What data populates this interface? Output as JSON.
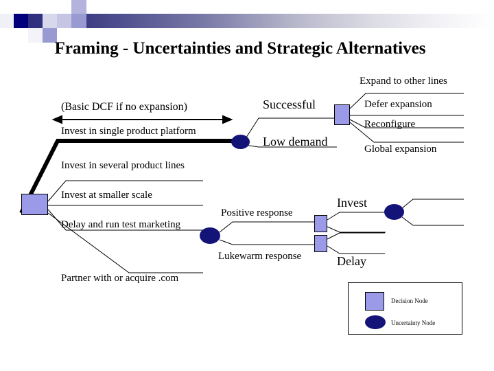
{
  "slide": {
    "title": "Framing - Uncertainties and Strategic Alternatives",
    "background_color": "#ffffff",
    "accent_color": "#2e2e7e"
  },
  "colors": {
    "decision_node": "#9a9ae8",
    "uncertainty_node": "#141478",
    "line": "#000000",
    "title_text": "#000000"
  },
  "diagram": {
    "type": "decision-tree",
    "annotation": "(Basic DCF if no expansion)",
    "root_branches": [
      {
        "id": "b1",
        "label": "Invest in single product platform",
        "highlighted": true
      },
      {
        "id": "b2",
        "label": "Invest in several product lines",
        "highlighted": false
      },
      {
        "id": "b3",
        "label": "Invest at smaller scale",
        "highlighted": false
      },
      {
        "id": "b4",
        "label": "Delay and run test marketing",
        "highlighted": false
      },
      {
        "id": "b5",
        "label": "Partner with or acquire .com",
        "highlighted": false
      }
    ],
    "platform_outcomes": [
      {
        "id": "o1",
        "label": "Successful"
      },
      {
        "id": "o2",
        "label": "Low demand"
      }
    ],
    "expansion_options": [
      {
        "id": "e1",
        "label": "Expand to other lines"
      },
      {
        "id": "e2",
        "label": "Defer expansion"
      },
      {
        "id": "e3",
        "label": "Reconfigure"
      },
      {
        "id": "e4",
        "label": "Global expansion"
      }
    ],
    "test_outcomes": [
      {
        "id": "t1",
        "label": "Positive response"
      },
      {
        "id": "t2",
        "label": "Lukewarm response"
      }
    ],
    "post_test_decisions": [
      {
        "id": "p1",
        "label": "Invest"
      },
      {
        "id": "p2",
        "label": "Delay"
      }
    ]
  },
  "legend": {
    "items": [
      {
        "shape": "square",
        "label": "Decision Node"
      },
      {
        "shape": "ellipse",
        "label": "Uncertainty Node"
      }
    ]
  }
}
